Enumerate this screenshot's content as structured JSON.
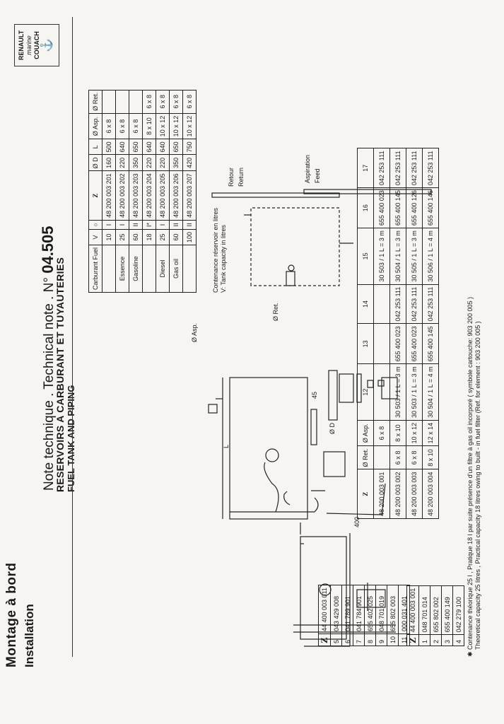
{
  "header": {
    "section_fr": "Montage à bord",
    "section_en": "Installation",
    "doc_title_prefix": "Note technique . Technical note . N°",
    "doc_number": "04.505",
    "subtitle_fr": "RESERVOIRS A CARBURANT ET TUYAUTERIES",
    "subtitle_en": "FUEL TANK AND PIPING",
    "logo_text": [
      "RENAULT",
      "marine",
      "COUACH"
    ]
  },
  "parts_table_1": {
    "header_ref": "44 400 003 001",
    "rows": [
      {
        "n": "1",
        "ref": "048 701 014"
      },
      {
        "n": "2",
        "ref": "655 802 002"
      },
      {
        "n": "3",
        "ref": "655 400 149"
      },
      {
        "n": "4",
        "ref": "042 279 100"
      }
    ]
  },
  "parts_table_2": {
    "header_ref": "44 400 003 011",
    "rows": [
      {
        "n": "5",
        "ref": "043 429 008"
      },
      {
        "n": "6",
        "ref": "041 789 901"
      },
      {
        "n": "7",
        "ref": "041 784 901"
      },
      {
        "n": "8",
        "ref": "655 402 025"
      },
      {
        "n": "9",
        "ref": "048 701 019"
      },
      {
        "n": "10",
        "ref": "655 802 003"
      },
      {
        "n": "11",
        "ref": "000 031 401"
      }
    ]
  },
  "main_table": {
    "headers": [
      "Ø Ret.",
      "Ø Asp.",
      "12",
      "13",
      "14",
      "15",
      "16",
      "17"
    ],
    "rows": [
      {
        "ref": "48 200 003 001",
        "ret": "",
        "asp": "6 x 8",
        "c12": "",
        "c13": "",
        "c14": "",
        "c15": "30 503 / 1  L = 3 m",
        "c16": "655 400 023",
        "c17": "042 253 111"
      },
      {
        "ref": "48 200 003 002",
        "ret": "6 x 8",
        "asp": "8 x 10",
        "c12": "30 503 / 1  L = 3 m",
        "c13": "655 400 023",
        "c14": "042 253 111",
        "c15": "30 504 / 1  L = 3 m",
        "c16": "655 400 145",
        "c17": "042 253 111"
      },
      {
        "ref": "48 200 003 003",
        "ret": "6 x 8",
        "asp": "10 x 12",
        "c12": "30 503 / 1  L = 3 m",
        "c13": "655 400 023",
        "c14": "042 253 111",
        "c15": "30 505 / 1  L = 3 m",
        "c16": "655 400 126",
        "c17": "042 253 111"
      },
      {
        "ref": "48 200 003 004",
        "ret": "8 x 10",
        "asp": "12 x 14",
        "c12": "30 504 / 1  L = 4 m",
        "c13": "655 400 145",
        "c14": "042 253 111",
        "c15": "30 506 / 1  L = 4 m",
        "c16": "655 400 146",
        "c17": "042 253 111"
      }
    ]
  },
  "fuel_table": {
    "headers": [
      "Carburant Fuel",
      "V",
      "",
      "",
      "Ø D",
      "L",
      "Ø Asp.",
      "Ø Ret."
    ],
    "rows": [
      {
        "fuel": "",
        "v": "10",
        "t": "I",
        "ref": "48 200 003 201",
        "d": "160",
        "l": "500",
        "asp": "6 x 8",
        "ret": ""
      },
      {
        "fuel": "Essence",
        "v": "25",
        "t": "I",
        "ref": "48 200 003 202",
        "d": "220",
        "l": "640",
        "asp": "6 x 8",
        "ret": ""
      },
      {
        "fuel": "Gasoline",
        "v": "60",
        "t": "II",
        "ref": "48 200 003 203",
        "d": "350",
        "l": "650",
        "asp": "6 x 8",
        "ret": ""
      },
      {
        "fuel": "",
        "v": "18",
        "t": "I*",
        "ref": "48 200 003 204",
        "d": "220",
        "l": "640",
        "asp": "8 x 10",
        "ret": "6 x 8"
      },
      {
        "fuel": "Diesel",
        "v": "25",
        "t": "I",
        "ref": "48 200 003 205",
        "d": "220",
        "l": "640",
        "asp": "10 x 12",
        "ret": "6 x 8"
      },
      {
        "fuel": "Gas oil",
        "v": "60",
        "t": "II",
        "ref": "48 200 003 206",
        "d": "350",
        "l": "650",
        "asp": "10 x 12",
        "ret": "6 x 8"
      },
      {
        "fuel": "",
        "v": "100",
        "t": "II",
        "ref": "48 200 003 207",
        "d": "420",
        "l": "750",
        "asp": "10 x 12",
        "ret": "6 x 8"
      }
    ]
  },
  "labels": {
    "capacity_fr": "Contenance réservoir en litres",
    "capacity_en": "V: Tank capacity in litres",
    "retour": "Retour",
    "return": "Return",
    "aspiration": "Aspiration",
    "feed": "Feed",
    "dim_400": "400",
    "dim_45": "45",
    "dim_L": "L",
    "dim_D": "Ø D",
    "ret": "Ø Ret.",
    "asp": "Ø Asp."
  },
  "footnote": {
    "fr": "Contenance théorique 25 l , Pratique 18 l par suite présence d'un filtre à gas oil incorporé ( symbole cartouche: 903 200 005 )",
    "en": "Theoretical capacity 25 litres , Practical capacity 18 litres owing to built - in fuel filter (Ref. for element : 903 200 005 )"
  }
}
